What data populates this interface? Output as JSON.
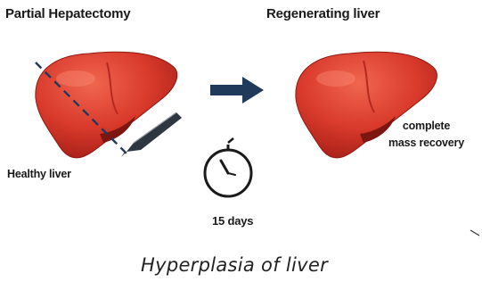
{
  "titles": {
    "left": "Partial Hepatectomy",
    "right": "Regenerating liver"
  },
  "labels": {
    "healthy": "Healthy liver",
    "complete_line1": "complete",
    "complete_line2": "mass recovery",
    "time": "15 days"
  },
  "caption": "Hyperplasia of liver",
  "icons": {
    "arrow": "right-arrow-icon",
    "timer": "stopwatch-icon",
    "blade": "scalpel-icon"
  },
  "colors": {
    "liver": "#d93a2b",
    "liver_dark": "#9b1d16",
    "arrow": "#1f3a5a",
    "text": "#1a1a1a"
  }
}
